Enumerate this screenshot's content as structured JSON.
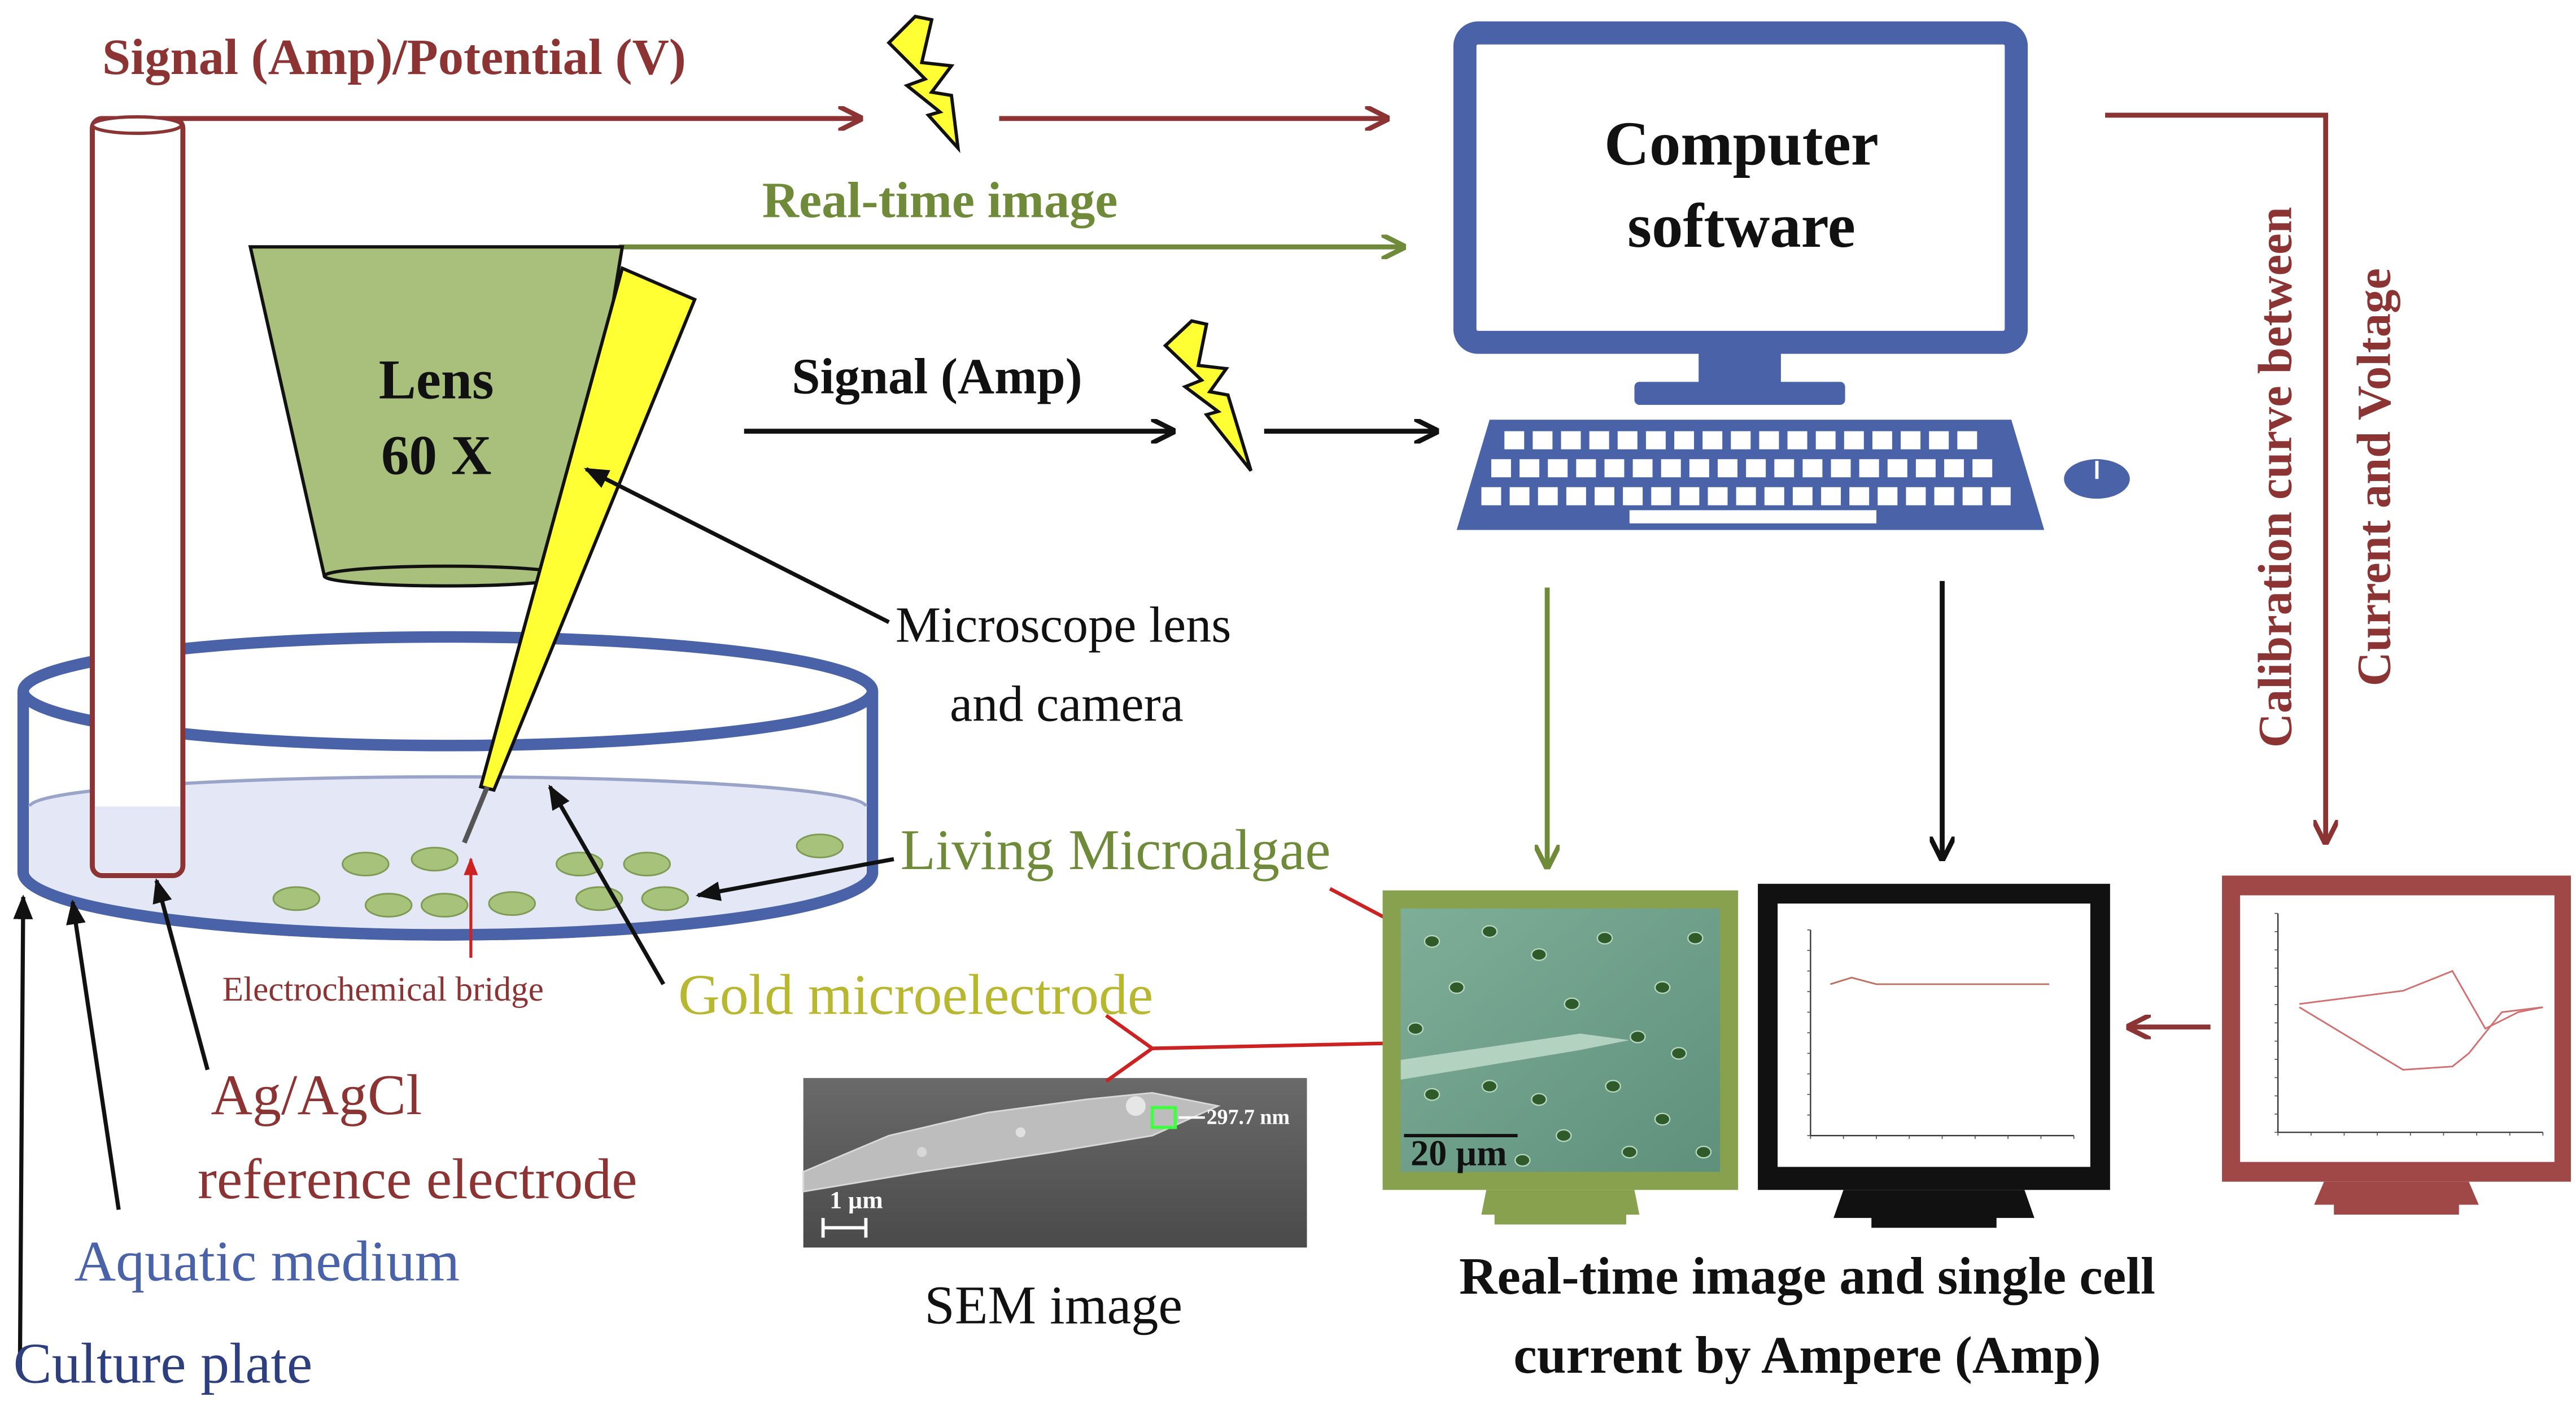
{
  "colors": {
    "red": "#8c3434",
    "green": "#6f8b3a",
    "black": "#111111",
    "blue": "#4a63a8",
    "lens_fill": "#a9c07c",
    "electrode_yellow": "#ffff33",
    "gold_text": "#b8b830",
    "water": "#e4e7f5",
    "algae": "#a7c27a",
    "screen_green": "#88a14f",
    "screen_red": "#a04848"
  },
  "labels": {
    "signal_amp_potential": "Signal (Amp)/Potential (V)",
    "real_time_image": "Real-time image",
    "signal_amp": "Signal (Amp)",
    "computer_line1": "Computer",
    "computer_line2": "software",
    "lens_line1": "Lens",
    "lens_line2": "60 X",
    "microscope_line1": "Microscope lens",
    "microscope_line2": "and camera",
    "calibration_line1": "Calibration curve between",
    "calibration_line2": "Current and Voltage",
    "living_microalgae": "Living Microalgae",
    "gold_microelectrode": "Gold microelectrode",
    "electrochemical_bridge": "Electrochemical bridge",
    "agagcl_line1": "Ag/AgCl",
    "agagcl_line2": "reference electrode",
    "aquatic_medium": "Aquatic medium",
    "culture_plate": "Culture plate",
    "sem_image": "SEM image",
    "sem_measure": "297.7 nm",
    "sem_scale": "1 µm",
    "micro_scale": "20 µm",
    "bottom_line1": "Real-time image and single cell",
    "bottom_line2": "current by Ampere (Amp)"
  },
  "icons": {
    "lightning": "lightning-bolt-icon",
    "computer": "computer-monitor-icon",
    "keyboard": "keyboard-icon",
    "mouse": "mouse-icon"
  }
}
